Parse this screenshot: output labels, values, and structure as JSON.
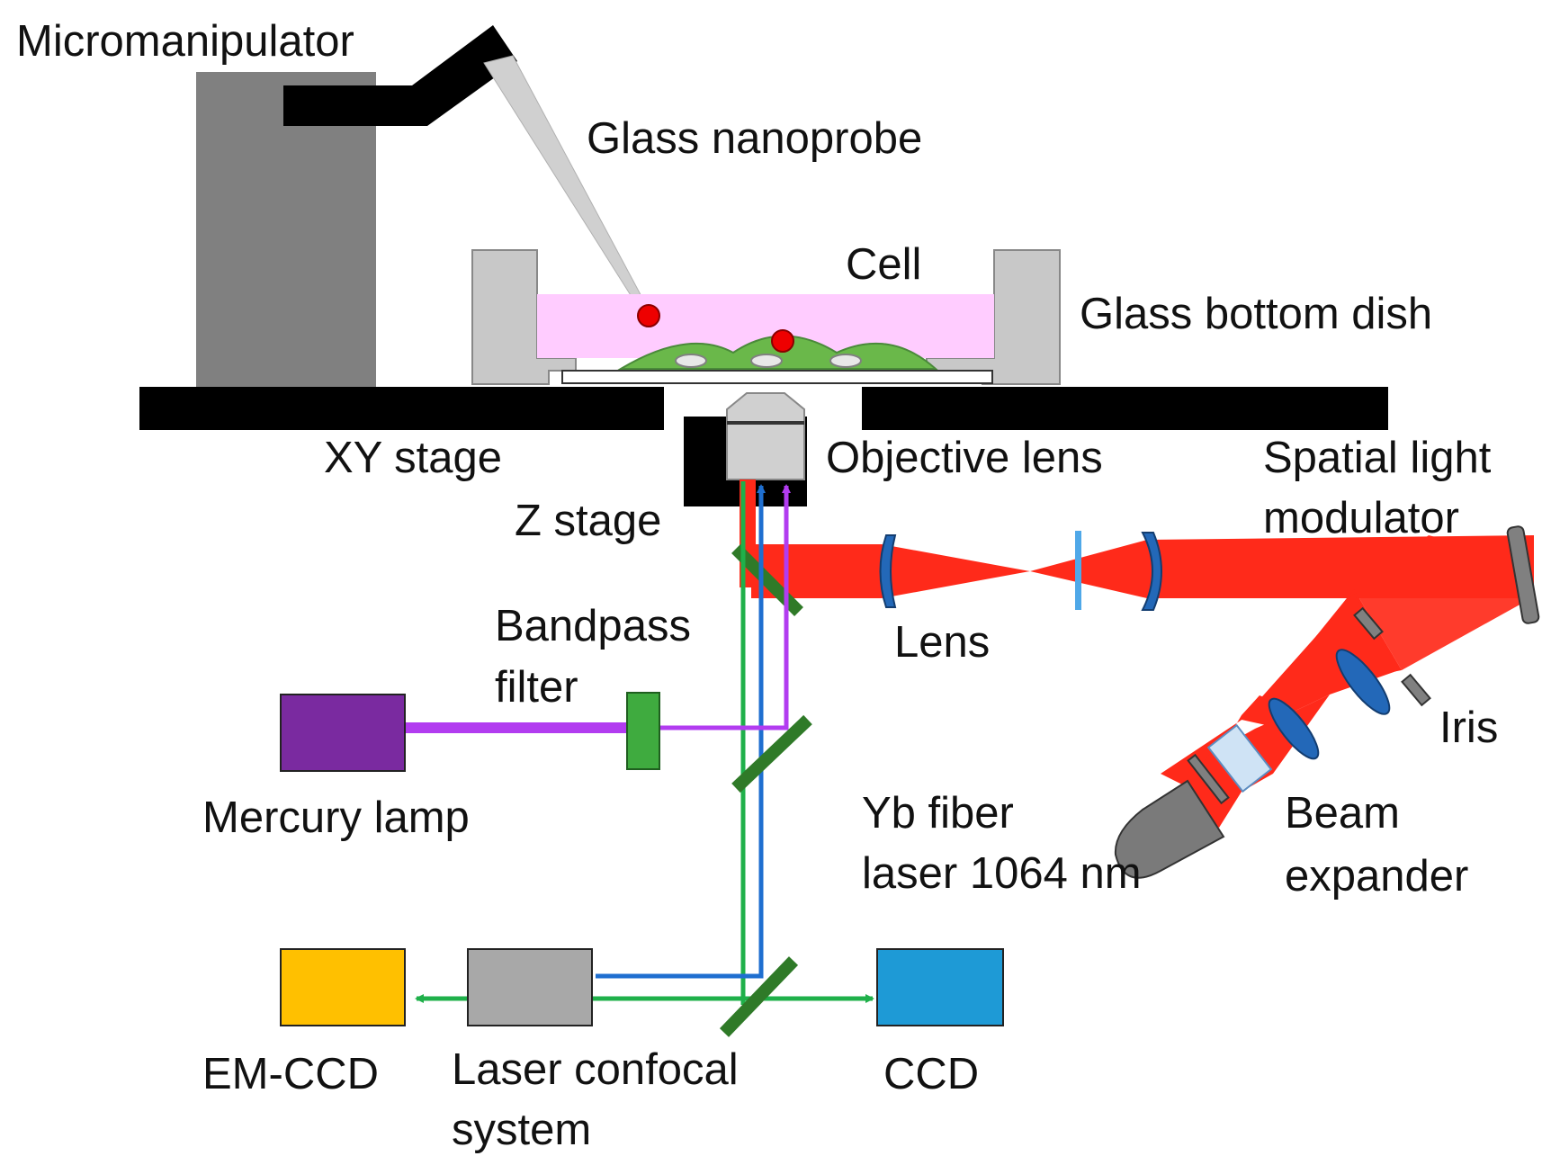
{
  "labels": {
    "micromanipulator": "Micromanipulator",
    "glass_nanoprobe": "Glass nanoprobe",
    "cell": "Cell",
    "glass_bottom_dish": "Glass bottom dish",
    "xy_stage": "XY stage",
    "objective_lens": "Objective lens",
    "z_stage": "Z stage",
    "spatial_light_modulator": [
      "Spatial light",
      "modulator"
    ],
    "lens": "Lens",
    "bandpass_filter": [
      "Bandpass",
      "filter"
    ],
    "iris": "Iris",
    "mercury_lamp": "Mercury lamp",
    "yb_fiber_laser": [
      "Yb fiber",
      "laser 1064 nm"
    ],
    "beam_expander": [
      "Beam",
      "expander"
    ],
    "em_ccd": "EM-CCD",
    "laser_confocal_system": [
      "Laser confocal",
      "system"
    ],
    "ccd": "CCD"
  },
  "colors": {
    "laser_beam": "#ff2a1a",
    "mercury_light": "#b23cf0",
    "confocal_blue": "#1f6fd0",
    "fluorescence_green": "#1fb04a",
    "dichroic_mirror": "#2f7a28",
    "lens_blue": "#2368b8",
    "culture_medium": "#ffccff",
    "cell_green": "#6ab84a",
    "em_ccd_box": "#ffc000",
    "ccd_box": "#1e9ad6",
    "mercury_box": "#7a2aa0",
    "confocal_box": "#a8a8a8",
    "filter_box": "#3fab3f"
  }
}
